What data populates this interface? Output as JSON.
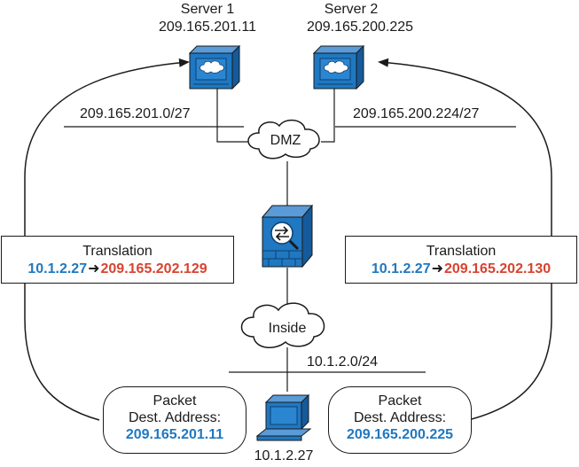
{
  "servers": [
    {
      "name": "Server 1",
      "ip": "209.165.201.11"
    },
    {
      "name": "Server 2",
      "ip": "209.165.200.225"
    }
  ],
  "networks": {
    "left_subnet": "209.165.201.0/27",
    "right_subnet": "209.165.200.224/27",
    "dmz": "DMZ",
    "inside": "Inside",
    "inside_subnet": "10.1.2.0/24"
  },
  "translations": [
    {
      "title": "Translation",
      "from": "10.1.2.27",
      "to": "209.165.202.129"
    },
    {
      "title": "Translation",
      "from": "10.1.2.27",
      "to": "209.165.202.130"
    }
  ],
  "packets": [
    {
      "title": "Packet",
      "subtitle": "Dest. Address:",
      "address": "209.165.201.11"
    },
    {
      "title": "Packet",
      "subtitle": "Dest. Address:",
      "address": "209.165.200.225"
    }
  ],
  "host": {
    "ip": "10.1.2.27"
  },
  "colors": {
    "device_blue": "#1f78c1",
    "source_blue": "#1f78c1",
    "translated_red": "#d8432f"
  }
}
